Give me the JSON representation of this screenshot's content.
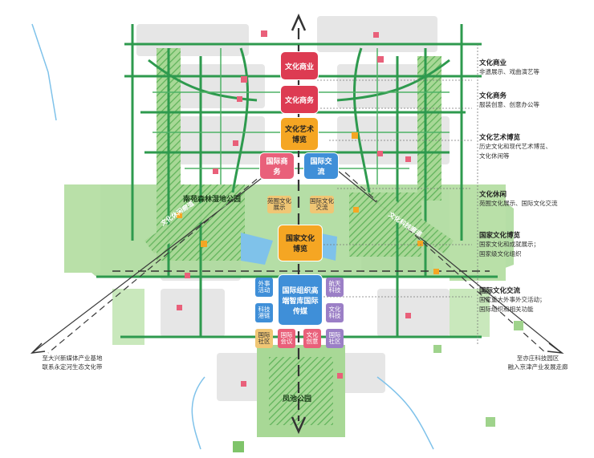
{
  "colors": {
    "green_light": "#9fd38c",
    "green_mid": "#7fc46a",
    "green_road": "#2e9a4e",
    "green_dark": "#1f7a3c",
    "water": "#7fc2ea",
    "pink": "#e9607a",
    "red": "#dd3b52",
    "orange": "#f5a623",
    "blue": "#3f8fd8",
    "purple": "#9b7fc6",
    "tan": "#f0c674",
    "grey_block": "#e4e4e4"
  },
  "axis_blocks": {
    "cultural_commerce": "文化商业",
    "cultural_business": "文化商务",
    "art_expo": "文化艺术博览",
    "intl_business": "国际商务",
    "intl_exchange": "国际交流",
    "national_expo": "国家文化博览",
    "intl_org": "国际组织高端智库国际传媒"
  },
  "small_blocks": {
    "nanyuan_culture": "苑囿文化展示",
    "intl_culture_exchange": "国际文化交流",
    "foreign_affairs": "外事活动",
    "aerospace": "航天科技",
    "tech_port": "科技港链",
    "culture_tech": "文化科技",
    "intl_community_left": "国际社区",
    "intl_meeting": "国际会议",
    "culture_creative": "文化创意",
    "intl_community_right": "国际社区"
  },
  "labels": {
    "nanyuan_park": "南苑森林湿地公园",
    "fengchi_park": "凤池公园",
    "corridor_left": "文化休闲廊道",
    "corridor_right": "文化科技廊道",
    "bottom_left": [
      "至大兴新媒体产业基地",
      "联系永定河生态文化带"
    ],
    "bottom_right": [
      "至亦庄科技园区",
      "融入京津产业发展走廊"
    ]
  },
  "legend": [
    {
      "title": "文化商业",
      "desc": [
        "非遗展示、戏曲演艺等"
      ]
    },
    {
      "title": "文化商务",
      "desc": [
        "服装创意、创意办公等"
      ]
    },
    {
      "title": "文化艺术博览",
      "desc": [
        "历史文化和现代艺术博览、",
        "文化休闲等"
      ]
    },
    {
      "title": "文化休闲",
      "desc": [
        "苑囿文化展示、国际文化交流"
      ]
    },
    {
      "title": "国家文化博览",
      "desc": [
        "国家文化和成就展示；",
        "国家级文化组织"
      ]
    },
    {
      "title": "国际文化交流",
      "desc": [
        "国家重大外事外交活动；",
        "国际组织和相关功能"
      ]
    }
  ]
}
